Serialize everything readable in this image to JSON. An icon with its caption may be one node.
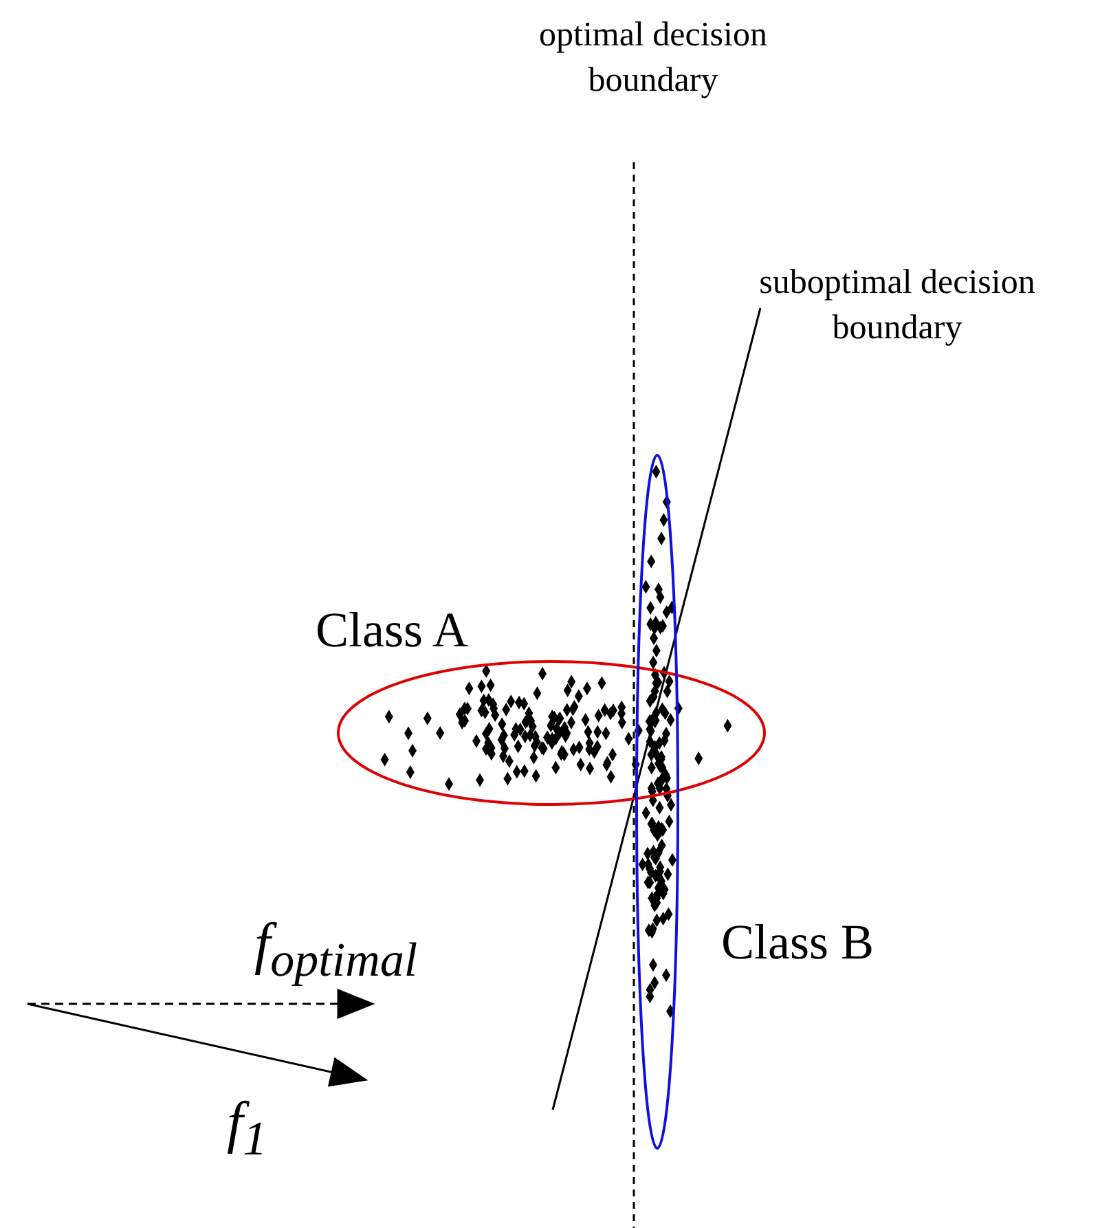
{
  "diagram": {
    "labels": [
      "optimal decision boundary",
      "suboptimal decision boundary",
      "Class A",
      "Class B",
      "f$_{optimal}$",
      "f$_{1}$"
    ]
  }
}
